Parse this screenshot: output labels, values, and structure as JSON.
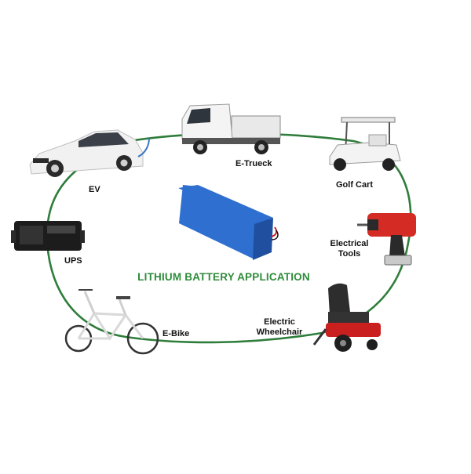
{
  "diagram": {
    "title": "LITHIUM BATTERY APPLICATION",
    "colors": {
      "ring": "#2f7d3b",
      "title": "#2e8b3a",
      "battery": "#2f6fd0",
      "battery_dark": "#1f4f9e",
      "wire_red": "#c8222a",
      "drill_red": "#d42b25",
      "wheelchair_red": "#c91f1f",
      "cart_white": "#f3f3f3",
      "ups_black": "#1c1c1c"
    },
    "nodes": [
      {
        "id": "ev",
        "label": "EV",
        "icon": "electric-car-icon"
      },
      {
        "id": "truck",
        "label": "E-Trueck",
        "icon": "truck-icon"
      },
      {
        "id": "golf",
        "label": "Golf Cart",
        "icon": "golf-cart-icon"
      },
      {
        "id": "tools",
        "label": "Electrical\nTools",
        "icon": "drill-icon"
      },
      {
        "id": "wheelchair",
        "label": "Electric\nWheelchair",
        "icon": "wheelchair-icon"
      },
      {
        "id": "ebike",
        "label": "E-Bike",
        "icon": "bicycle-icon"
      },
      {
        "id": "ups",
        "label": "UPS",
        "icon": "ups-icon"
      }
    ],
    "center_icon": "battery-pack-icon"
  }
}
